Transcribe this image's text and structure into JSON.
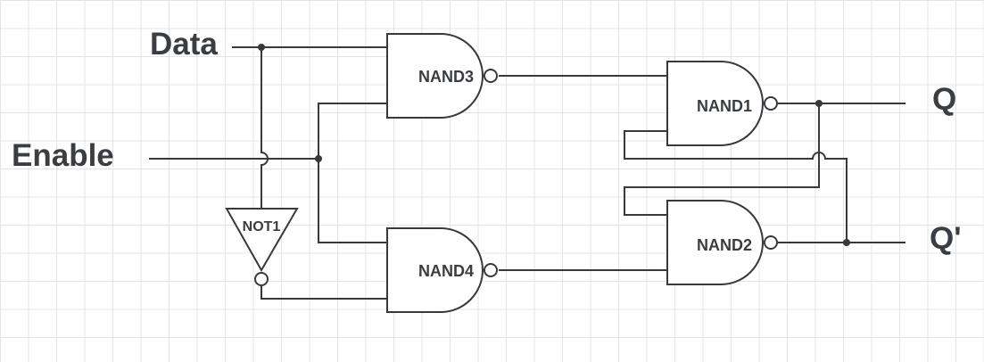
{
  "inputs": {
    "data_label": "Data",
    "enable_label": "Enable"
  },
  "outputs": {
    "q_label": "Q",
    "q_bar_label": "Q'"
  },
  "gates": {
    "nand1": "NAND1",
    "nand2": "NAND2",
    "nand3": "NAND3",
    "nand4": "NAND4",
    "not1": "NOT1"
  },
  "colors": {
    "stroke": "#36393d",
    "text": "#3a3d41",
    "grid": "#e4e4e4",
    "background": "#ffffff"
  }
}
